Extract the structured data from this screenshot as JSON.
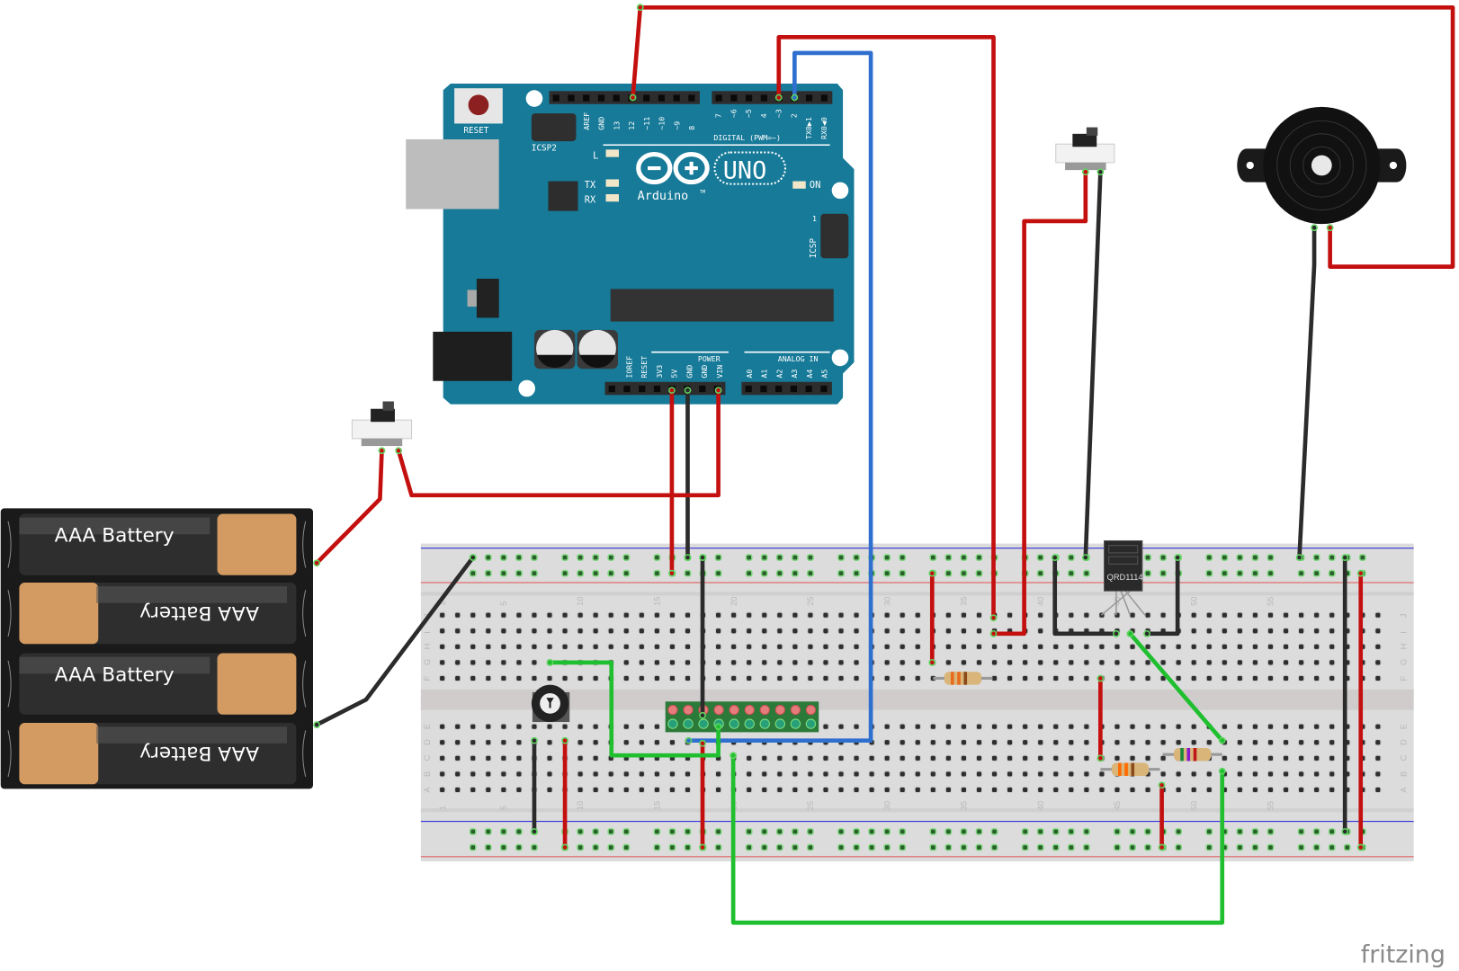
{
  "colors": {
    "arduino_board": "#167a98",
    "breadboard": "#dcdcdc",
    "wire_red": "#c40f0f",
    "wire_black": "#2b2b2b",
    "wire_blue": "#2f6fcf",
    "wire_green": "#1fbf2f",
    "battery_copper": "#d39a62"
  },
  "arduino": {
    "reset_label": "RESET",
    "icsp2_label": "ICSP2",
    "icsp_label": "ICSP",
    "icsp_pin1": "1",
    "digital_label": "DIGITAL (PWM=~)",
    "power_label": "POWER",
    "analog_label": "ANALOG IN",
    "brand": "Arduino",
    "trademark": "TM",
    "model": "UNO",
    "led_l": "L",
    "led_tx": "TX",
    "led_rx": "RX",
    "led_on": "ON",
    "top_pins_left": [
      "AREF",
      "GND",
      "13",
      "12",
      "~11",
      "~10",
      "~9",
      "8"
    ],
    "top_pins_right": [
      "7",
      "~6",
      "~5",
      "4",
      "~3",
      "2",
      "TX0▶1",
      "RX0◀0"
    ],
    "bottom_pins_power": [
      "IOREF",
      "RESET",
      "3V3",
      "5V",
      "GND",
      "GND",
      "VIN"
    ],
    "bottom_pins_analog": [
      "A0",
      "A1",
      "A2",
      "A3",
      "A4",
      "A5"
    ]
  },
  "batteries": [
    "AAA Battery",
    "AAA Battery",
    "AAA Battery",
    "AAA Battery"
  ],
  "sensor": {
    "label": "QRD1114"
  },
  "breadboard": {
    "row_letters_top": [
      "J",
      "I",
      "H",
      "G",
      "F"
    ],
    "row_letters_bottom": [
      "E",
      "D",
      "C",
      "B",
      "A"
    ],
    "column_numbers": [
      "1",
      "5",
      "10",
      "15",
      "20",
      "25",
      "30",
      "35",
      "40",
      "45",
      "50",
      "55"
    ]
  },
  "logo": "fritzing"
}
